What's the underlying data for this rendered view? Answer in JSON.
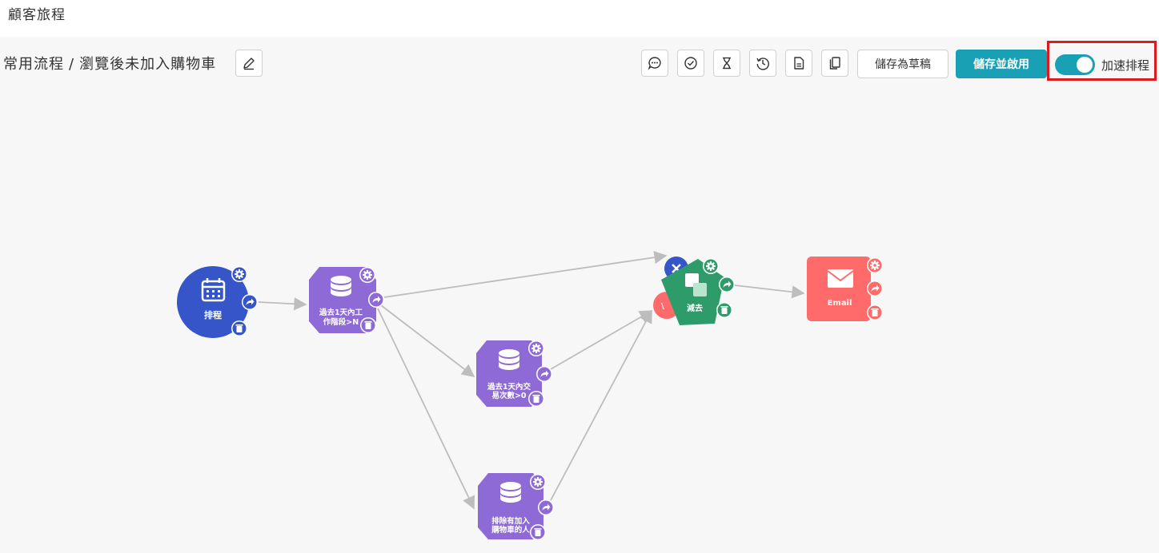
{
  "header": {
    "title": "顧客旅程"
  },
  "breadcrumb": {
    "parent": "常用流程",
    "separator": "/",
    "current": "瀏覽後未加入購物車"
  },
  "toolbar": {
    "icons": [
      "comment-icon",
      "check-circle-icon",
      "hourglass-icon",
      "history-icon",
      "document-icon",
      "copy-icon"
    ],
    "save_draft_label": "儲存為草稿",
    "save_activate_label": "儲存並啟用",
    "accelerate_label": "加速排程",
    "accelerate_on": true
  },
  "colors": {
    "accent": "#1aa0b4",
    "schedule_node": "#3555c8",
    "filter_node": "#8e6ad6",
    "subtract_node": "#2e9c6a",
    "email_node": "#ff6b6b",
    "highlight": "#e0191f"
  },
  "flow": {
    "nodes": [
      {
        "id": "schedule",
        "label": "排程",
        "icon": "calendar-icon"
      },
      {
        "id": "filter1",
        "label_line1": "過去1天內工",
        "label_line2": "作階段>N",
        "icon": "database-icon"
      },
      {
        "id": "filter2",
        "label_line1": "過去1天內交",
        "label_line2": "易次數>0",
        "icon": "database-icon"
      },
      {
        "id": "filter3",
        "label_line1": "排除有加入",
        "label_line2": "購物車的人",
        "icon": "database-icon"
      },
      {
        "id": "subtract",
        "label": "減去",
        "icon": "subtract-icon"
      },
      {
        "id": "email",
        "label": "Email",
        "icon": "envelope-icon"
      }
    ]
  }
}
